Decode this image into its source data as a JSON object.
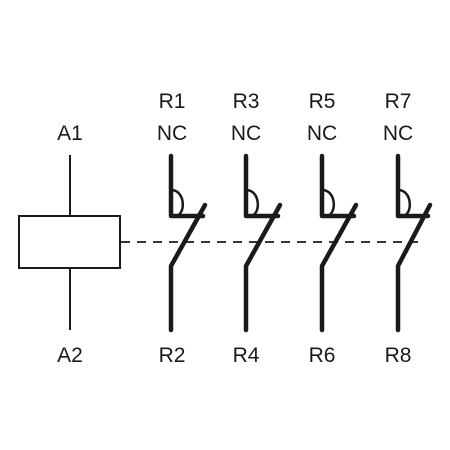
{
  "coil": {
    "top_terminal": "A1",
    "bottom_terminal": "A2"
  },
  "contacts": [
    {
      "top_terminal": "R1",
      "type": "NC",
      "bottom_terminal": "R2"
    },
    {
      "top_terminal": "R3",
      "type": "NC",
      "bottom_terminal": "R4"
    },
    {
      "top_terminal": "R5",
      "type": "NC",
      "bottom_terminal": "R6"
    },
    {
      "top_terminal": "R7",
      "type": "NC",
      "bottom_terminal": "R8"
    }
  ],
  "colors": {
    "line": "#1a1a1a",
    "background": "#ffffff"
  }
}
